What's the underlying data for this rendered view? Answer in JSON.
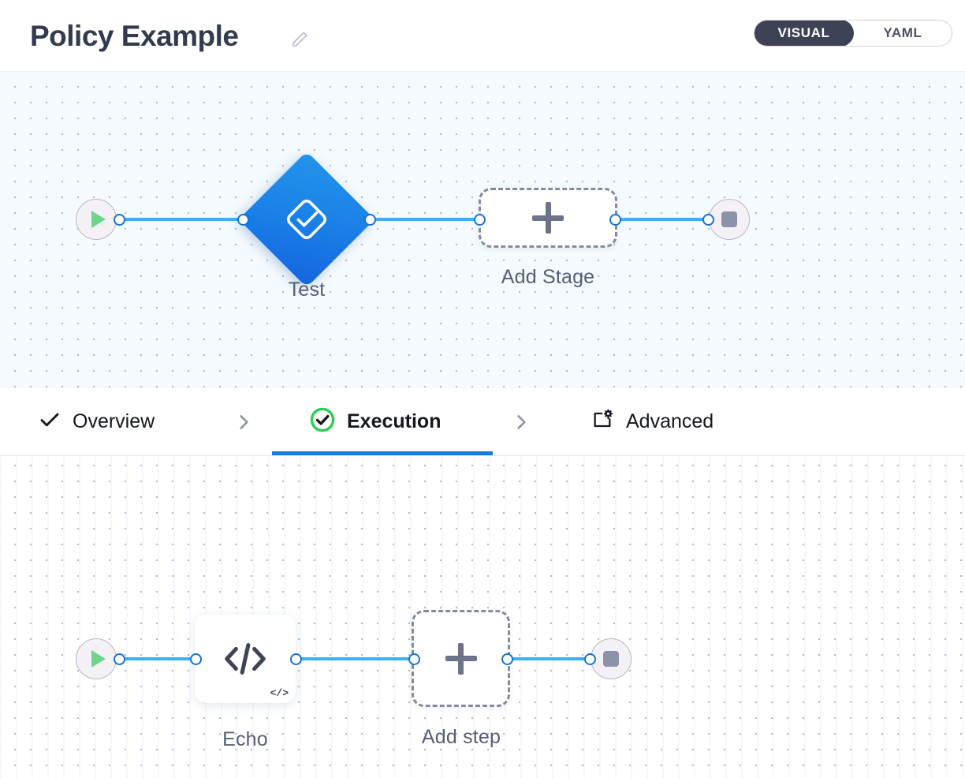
{
  "header": {
    "title": "Policy Example",
    "edit_icon": "pencil-icon",
    "mode_toggle": {
      "active": "VISUAL",
      "options": [
        "VISUAL",
        "YAML"
      ]
    }
  },
  "colors": {
    "accent_blue": "#1a7ad4",
    "edge_blue": "#3eb0f0",
    "port_stroke": "#1573d6",
    "stage_gradient_from": "#2494ea",
    "stage_gradient_to": "#1565e0",
    "success_green": "#2ecc52",
    "play_green": "#6dd58c",
    "stop_gray": "#8d92ab",
    "toggle_dark": "#3d4254",
    "label_gray": "#565e73",
    "canvas_top_bg": "#f4fafd",
    "canvas_bottom_bg": "#ffffff"
  },
  "stage_canvas": {
    "name": "stage-graph",
    "start_node": {
      "icon": "play-icon",
      "label": ""
    },
    "nodes": [
      {
        "type": "stage",
        "icon": "check-diamond-icon",
        "label": "Test"
      },
      {
        "type": "add",
        "icon": "plus-icon",
        "label": "Add Stage"
      }
    ],
    "end_node": {
      "icon": "stop-icon",
      "label": ""
    }
  },
  "tabs": [
    {
      "label": "Overview",
      "icon": "check-icon",
      "active": false
    },
    {
      "label": "Execution",
      "icon": "check-circle-green-icon",
      "active": true
    },
    {
      "label": "Advanced",
      "icon": "window-gear-icon",
      "active": false
    }
  ],
  "tab_separator_icon": "chevron-right-icon",
  "step_canvas": {
    "name": "step-graph",
    "start_node": {
      "icon": "play-icon",
      "label": ""
    },
    "nodes": [
      {
        "type": "step",
        "icon": "code-icon",
        "badge": "</>",
        "label": "Echo"
      },
      {
        "type": "add",
        "icon": "plus-icon",
        "label": "Add step"
      }
    ],
    "end_node": {
      "icon": "stop-icon",
      "label": ""
    }
  }
}
